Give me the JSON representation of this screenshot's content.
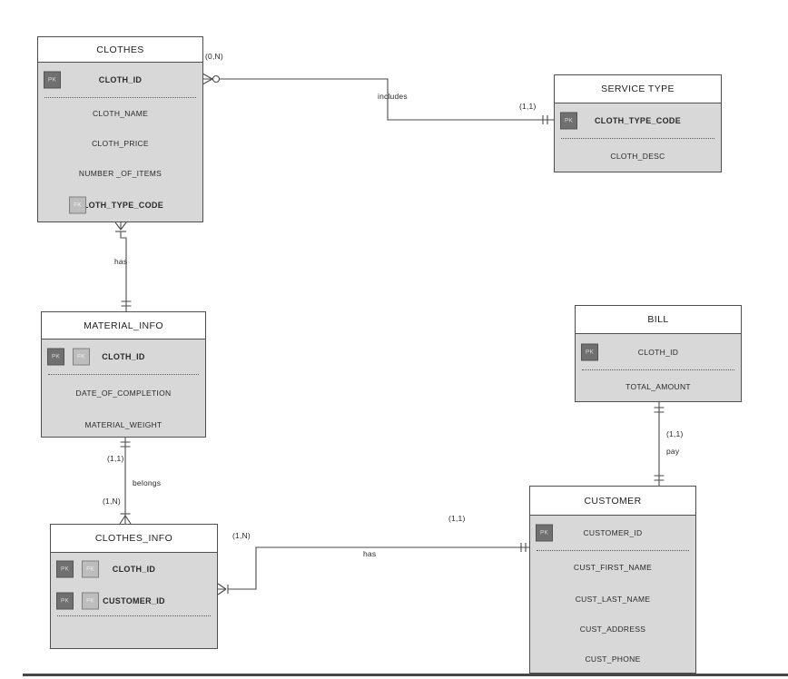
{
  "diagram": {
    "badges": {
      "pk": "PK",
      "fk": "FK"
    },
    "entities": {
      "clothes": {
        "title": "CLOTHES",
        "attrs": {
          "cloth_id": "CLOTH_ID",
          "cloth_name": "CLOTH_NAME",
          "cloth_price": "CLOTH_PRICE",
          "number_of_items": "NUMBER _OF_ITEMS",
          "cloth_type_code": "CLOTH_TYPE_CODE"
        }
      },
      "service_type": {
        "title": "SERVICE TYPE",
        "attrs": {
          "cloth_type_code": "CLOTH_TYPE_CODE",
          "cloth_desc": "CLOTH_DESC"
        }
      },
      "material_info": {
        "title": "MATERIAL_INFO",
        "attrs": {
          "cloth_id": "CLOTH_ID",
          "date_of_completion": "DATE_OF_COMPLETION",
          "material_weight": "MATERIAL_WEIGHT"
        }
      },
      "bill": {
        "title": "BILL",
        "attrs": {
          "cloth_id": "CLOTH_ID",
          "total_amount": "TOTAL_AMOUNT"
        }
      },
      "clothes_info": {
        "title": "CLOTHES_INFO",
        "attrs": {
          "cloth_id": "CLOTH_ID",
          "customer_id": "CUSTOMER_ID"
        }
      },
      "customer": {
        "title": "CUSTOMER",
        "attrs": {
          "customer_id": "CUSTOMER_ID",
          "cust_first_name": "CUST_FIRST_NAME",
          "cust_last_name": "CUST_LAST_NAME",
          "cust_address": "CUST_ADDRESS",
          "cust_phone": "CUST_PHONE"
        }
      }
    },
    "relationships": {
      "includes": {
        "label": "includes",
        "card_clothes": "(0,N)",
        "card_service": "(1,1)"
      },
      "has_material": {
        "label": "has"
      },
      "belongs": {
        "label": "belongs",
        "card_material": "(1,1)",
        "card_clothes_info": "(1,N)"
      },
      "has_customer": {
        "label": "has",
        "card_clothes_info": "(1,N)",
        "card_customer": "(1,1)"
      },
      "pay": {
        "label": "pay",
        "card": "(1,1)"
      }
    },
    "colors": {
      "entity_body": "#d8d8d8",
      "entity_border": "#4f4f4f",
      "pk_badge": "#707070",
      "fk_badge": "#bdbdbd",
      "wire": "#4a4a4a"
    }
  }
}
